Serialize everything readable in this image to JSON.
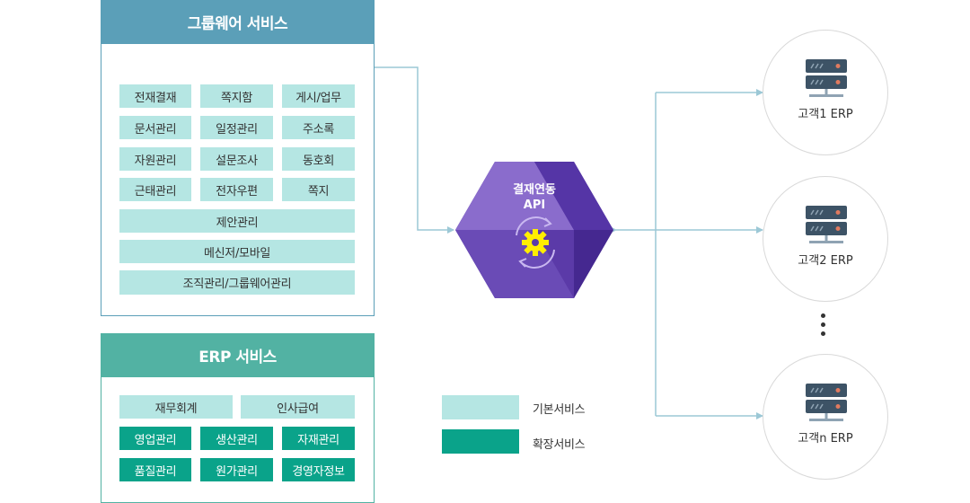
{
  "groupware": {
    "title": "그룹웨어 서비스",
    "header_color": "#5b9fb8",
    "items": [
      "전재결재",
      "쪽지함",
      "게시/업무",
      "문서관리",
      "일정관리",
      "주소록",
      "자원관리",
      "설문조사",
      "동호회",
      "근태관리",
      "전자우편",
      "쪽지",
      "제안관리",
      "메신저/모바일",
      "조직관리/그룹웨어관리"
    ]
  },
  "erp": {
    "title": "ERP 서비스",
    "header_color": "#52b2a3",
    "basic_items": [
      "재무회계",
      "인사급여"
    ],
    "extended_items": [
      "영업관리",
      "생산관리",
      "자재관리",
      "품질관리",
      "원가관리",
      "경영자정보"
    ]
  },
  "hub": {
    "line1": "결재연동",
    "line2": "API",
    "icon": "sync-gear-icon",
    "color_light": "#7a5cc0",
    "color_dark": "#4a2e9a"
  },
  "clients": [
    "고객1 ERP",
    "고객2 ERP",
    "고객n ERP"
  ],
  "legend": {
    "basic_label": "기본서비스",
    "extended_label": "확장서비스",
    "basic_color": "#b5e6e3",
    "extended_color": "#0aa38a"
  },
  "colors": {
    "connector": "#9cc8d6",
    "server": "#3d5366",
    "server_light": "#8fa3b3",
    "gear": "#ffee00"
  }
}
